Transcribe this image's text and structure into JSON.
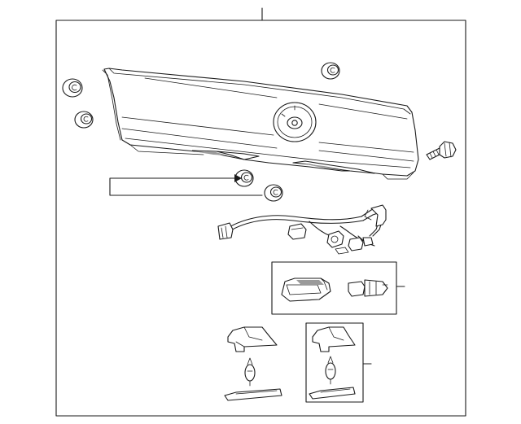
{
  "diagram": {
    "title": "",
    "colors": {
      "line": "#1a1a1a",
      "background": "#ffffff",
      "shade": "#9a9a9a"
    },
    "parts": [
      "main-leader",
      "parts-frame",
      "tailgate-applique-panel",
      "emblem-lock-housing",
      "mounting-clip",
      "bolt",
      "clip-callout-bracket",
      "wiring-harness",
      "license-lamp-callout",
      "license-lamp-assembly",
      "socket",
      "bulb",
      "lamp-lens"
    ]
  }
}
